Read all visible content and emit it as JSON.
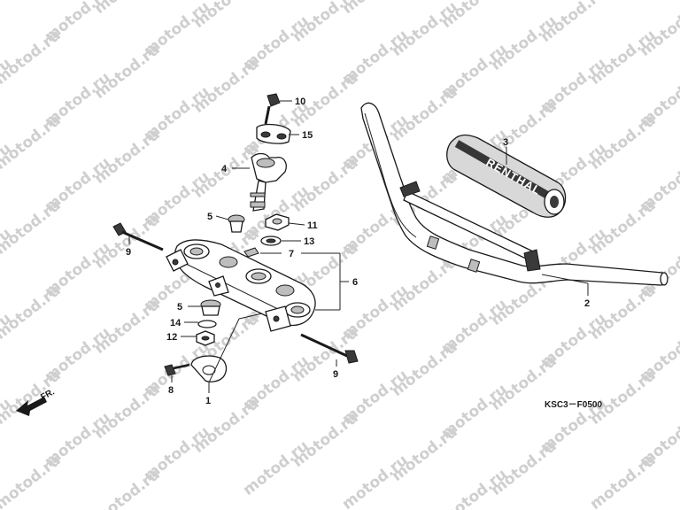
{
  "watermark": "motod.ru",
  "diagram_code": "KSC3－F0500",
  "front_arrow_label": "FR.",
  "grip_brand": "RENTHAL",
  "callouts": {
    "c1": "1",
    "c2": "2",
    "c3": "3",
    "c4": "4",
    "c5a": "5",
    "c5b": "5",
    "c6": "6",
    "c7": "7",
    "c8": "8",
    "c9a": "9",
    "c9b": "9",
    "c10": "10",
    "c11": "11",
    "c12": "12",
    "c13": "13",
    "c14": "14",
    "c15": "15"
  }
}
